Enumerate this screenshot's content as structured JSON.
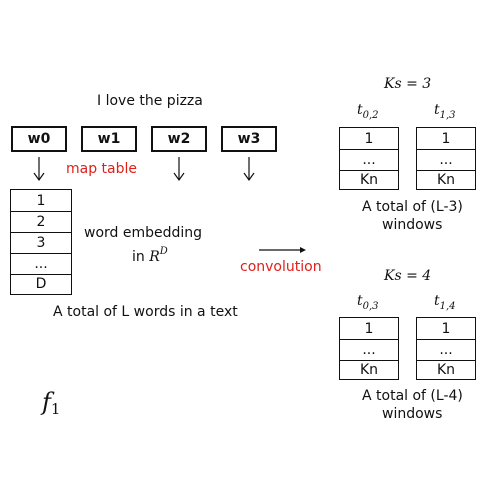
{
  "sentence": "I love the pizza",
  "words": [
    "w0",
    "w1",
    "w2",
    "w3"
  ],
  "map_table_label": "map table",
  "embedding": {
    "cells": [
      "1",
      "2",
      "3",
      "...",
      "D"
    ],
    "label_line1": "word embedding",
    "label_line2_prefix": "in ",
    "label_space": "R",
    "label_dim": "D"
  },
  "total_words_label": "A total of L words in a text",
  "convolution_label": "convolution",
  "function_label": "f",
  "function_subscript": "1",
  "groups": [
    {
      "ks_text": "Ks = 3",
      "windows": [
        {
          "name": "t",
          "sub": "0,2",
          "cells": [
            "1",
            "...",
            "Kn"
          ]
        },
        {
          "name": "t",
          "sub": "1,3",
          "cells": [
            "1",
            "...",
            "Kn"
          ]
        }
      ],
      "total_line1": "A total of (L-3)",
      "total_line2": "windows"
    },
    {
      "ks_text": "Ks = 4",
      "windows": [
        {
          "name": "t",
          "sub": "0,3",
          "cells": [
            "1",
            "...",
            "Kn"
          ]
        },
        {
          "name": "t",
          "sub": "1,4",
          "cells": [
            "1",
            "...",
            "Kn"
          ]
        }
      ],
      "total_line1": "A total of (L-4)",
      "total_line2": "windows"
    }
  ],
  "colors": {
    "accent": "#e0201b",
    "stroke": "#111111"
  }
}
